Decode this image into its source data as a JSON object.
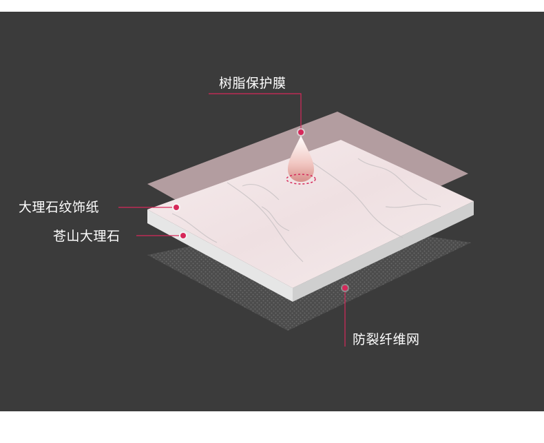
{
  "diagram": {
    "labels": {
      "resin_film": "树脂保护膜",
      "marble_paper": "大理石纹饰纸",
      "marble_board": "苍山大理石",
      "anti_crack_mesh": "防裂纤维网"
    },
    "colors": {
      "background": "#3b3b3b",
      "page": "#ffffff",
      "accent": "#d6285a",
      "film": "#b9a2a5",
      "marble_top": "#f2e6e8",
      "board_edge": "#f4f4f4",
      "mesh": "#5a5a5a",
      "label_text": "#ffffff"
    },
    "layers": [
      "resin-film-layer",
      "marble-paper-layer",
      "marble-board-layer",
      "fiber-mesh-layer"
    ]
  }
}
